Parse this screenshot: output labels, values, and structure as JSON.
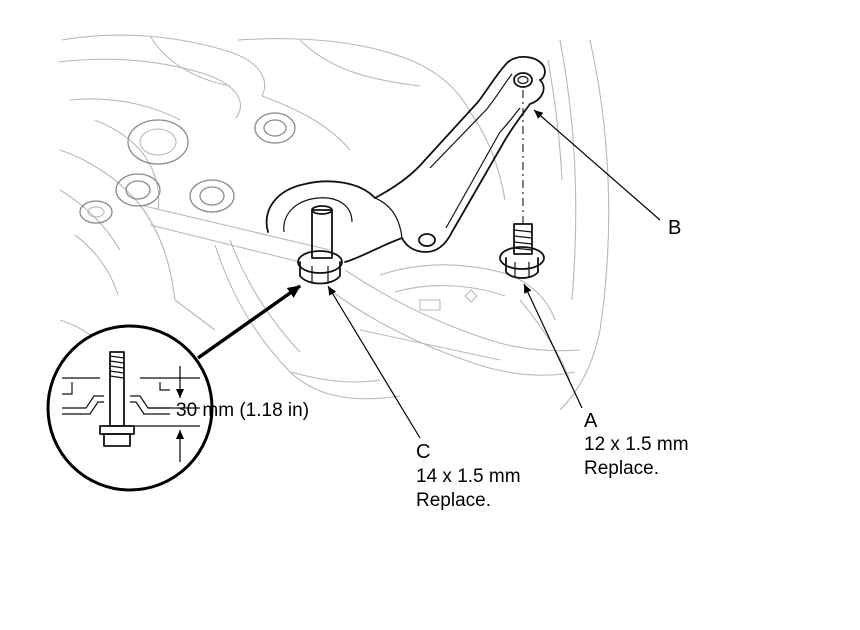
{
  "callouts": {
    "a": {
      "letter": "A",
      "size": "12 x 1.5 mm",
      "note": "Replace."
    },
    "b": {
      "letter": "B"
    },
    "c": {
      "letter": "C",
      "size": "14 x 1.5 mm",
      "note": "Replace."
    }
  },
  "detail": {
    "dimension": "30 mm (1.18 in)"
  }
}
